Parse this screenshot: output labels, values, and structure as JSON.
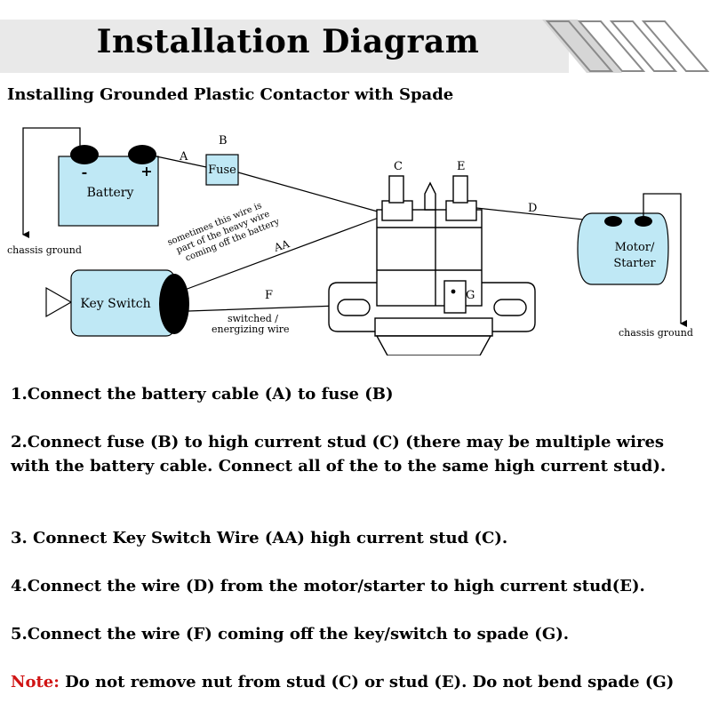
{
  "header": {
    "title": "Installation Diagram"
  },
  "subtitle": "Installing Grounded Plastic Contactor with Spade",
  "diagram": {
    "battery": {
      "label": "Battery",
      "neg": "-",
      "pos": "+"
    },
    "fuse": {
      "label": "Fuse"
    },
    "key_switch": {
      "label": "Key Switch"
    },
    "motor": {
      "line1": "Motor/",
      "line2": "Starter"
    },
    "ground_left": "chassis ground",
    "ground_right": "chassis ground",
    "labels": {
      "a": "A",
      "b": "B",
      "c": "C",
      "e": "E",
      "d": "D",
      "aa": "AA",
      "f": "F",
      "g": "G"
    },
    "note_lines": [
      "sometimes this wire is",
      "part of the heavy wire",
      "coming off the battery"
    ],
    "switched_lines": [
      "switched /",
      "energizing wire"
    ]
  },
  "steps": [
    "1.Connect the battery cable (A) to fuse (B)",
    "2.Connect fuse (B) to high current stud (C) (there may be multiple wires with the battery cable. Connect all of the to the same high current stud).",
    "3. Connect Key Switch Wire (AA) high current stud (C).",
    "4.Connect the wire (D) from the motor/starter to high current stud(E).",
    "5.Connect the wire (F) coming off the key/switch to spade (G)."
  ],
  "note": {
    "label": "Note:",
    "text": " Do not remove nut from stud (C) or stud (E). Do not bend spade (G)"
  },
  "colors": {
    "component_fill": "#bfe8f5",
    "note_red": "#d01414",
    "banner_gray": "#e9e9e9"
  }
}
